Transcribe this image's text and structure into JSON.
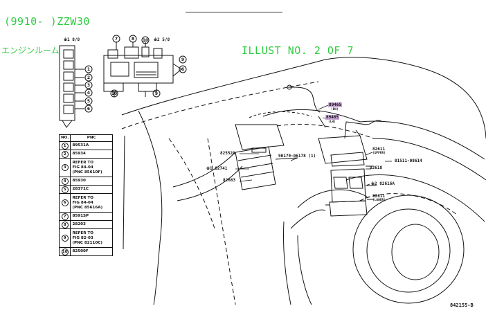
{
  "header": {
    "model_code": "(9910-     )ZZW30",
    "section_jp": "エンジンルーム",
    "illust": "ILLUST NO. 2 OF 7"
  },
  "figure_code": "842155-B",
  "top_diagram": {
    "note1": "※1 8/8",
    "note2": "※2 5/8",
    "callouts_left": [
      "1",
      "2",
      "3",
      "4",
      "5",
      "6"
    ],
    "callouts_top": [
      "7",
      "8",
      "10"
    ],
    "callouts_right": [
      "9",
      "6"
    ],
    "callouts_bottom": [
      "10",
      "9"
    ]
  },
  "parts_table": {
    "headers": [
      "NO.",
      "PNC"
    ],
    "rows": [
      {
        "no": "1",
        "lines": [
          "89531A"
        ]
      },
      {
        "no": "2",
        "lines": [
          "85934"
        ]
      },
      {
        "no": "3",
        "lines": [
          "REFER TO",
          "FIG 84-04",
          "(PNC 85610F)"
        ]
      },
      {
        "no": "4",
        "lines": [
          "85930"
        ]
      },
      {
        "no": "5",
        "lines": [
          "28371C"
        ]
      },
      {
        "no": "6",
        "lines": [
          "REFER TO",
          "FIG 84-04",
          "(PNC 85616A)"
        ]
      },
      {
        "no": "7",
        "lines": [
          "8591SP"
        ]
      },
      {
        "no": "8",
        "lines": [
          "28203"
        ]
      },
      {
        "no": "9",
        "lines": [
          "REFER TO",
          "FIG 82-03",
          "(PNC 82110C)"
        ]
      },
      {
        "no": "10",
        "lines": [
          "82500F"
        ]
      }
    ]
  },
  "labels": {
    "p89465": "89465",
    "p89465_sub": "(RH)",
    "p89455": "89465",
    "p89455_sub": "(LH)",
    "p82552a": "82552A",
    "p82741": "※1 82741",
    "p82663": "82663",
    "p90179": "90179-06178 (1)",
    "p82611_upper": "82611",
    "p82611_upper_sub": "(UPPER)",
    "p82618": "82618",
    "p01511": "01511-08614",
    "p82616a": "※2 82616A",
    "p82611_lower": "82611",
    "p82611_lower_sub": "(LOWER)"
  }
}
